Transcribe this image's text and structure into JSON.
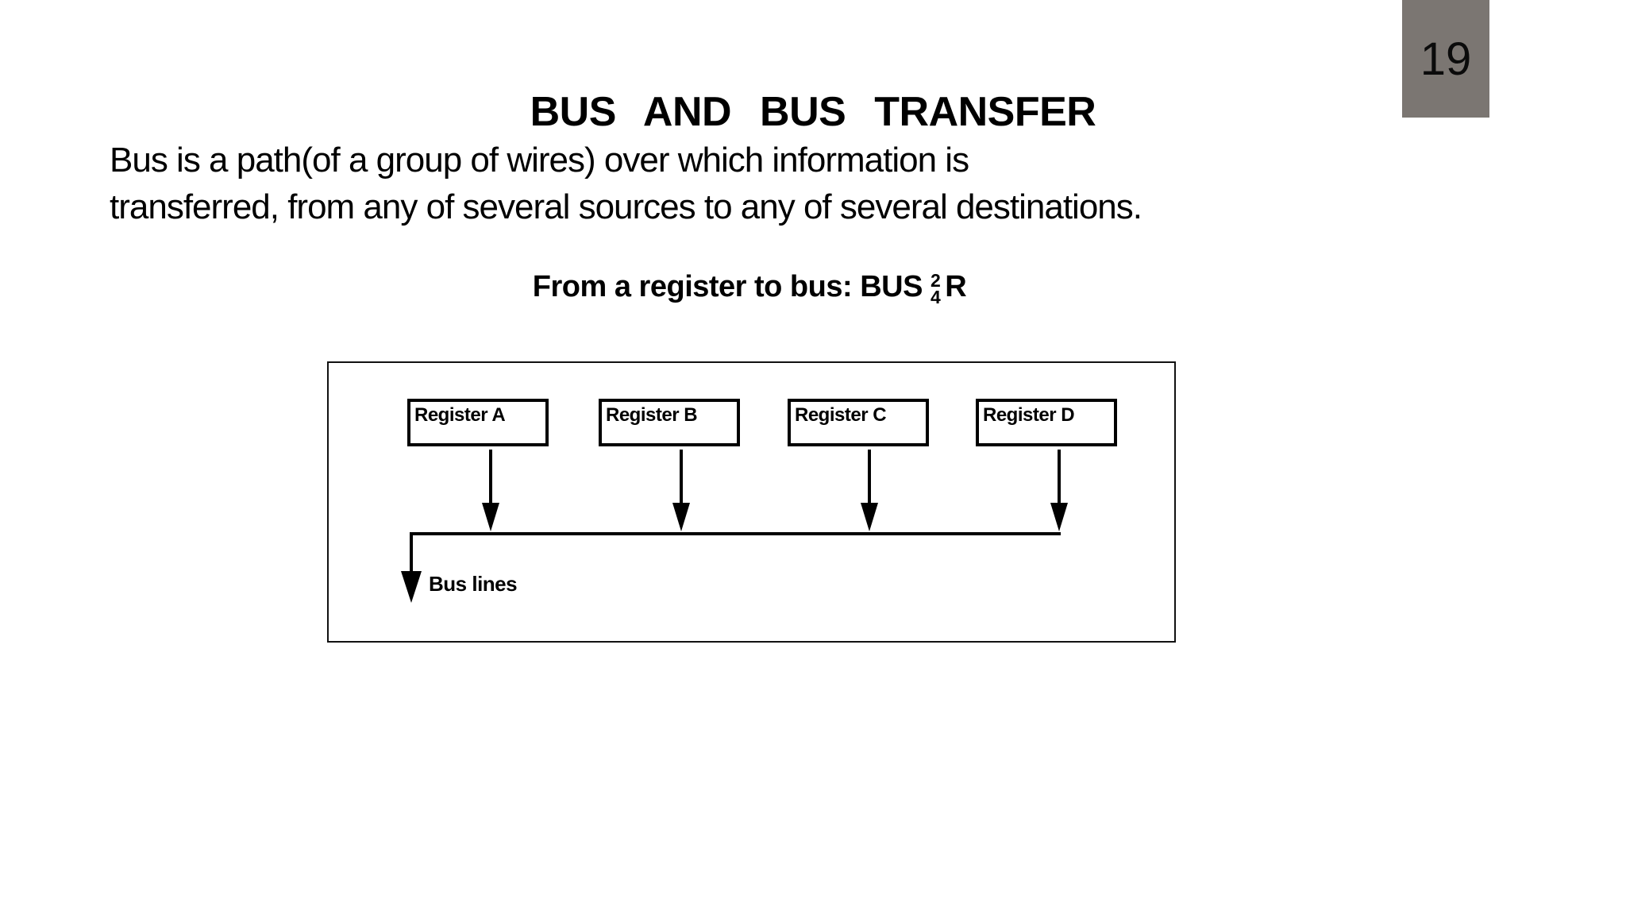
{
  "page_number": "19",
  "title": "BUS AND BUS TRANSFER",
  "body": {
    "line1": "Bus is a path(of a group of wires) over which information is",
    "line2": "transferred, from any of several sources to any of several destinations."
  },
  "subtitle": {
    "prefix": "From a register to bus: BUS",
    "stack_top": "2",
    "stack_bottom": "4",
    "suffix": "R"
  },
  "diagram": {
    "registers": [
      "Register A",
      "Register B",
      "Register C",
      "Register D"
    ],
    "bus_label": "Bus lines"
  },
  "colors": {
    "background": "#ffffff",
    "text": "#000000",
    "page_badge_bg": "#7b7672"
  }
}
